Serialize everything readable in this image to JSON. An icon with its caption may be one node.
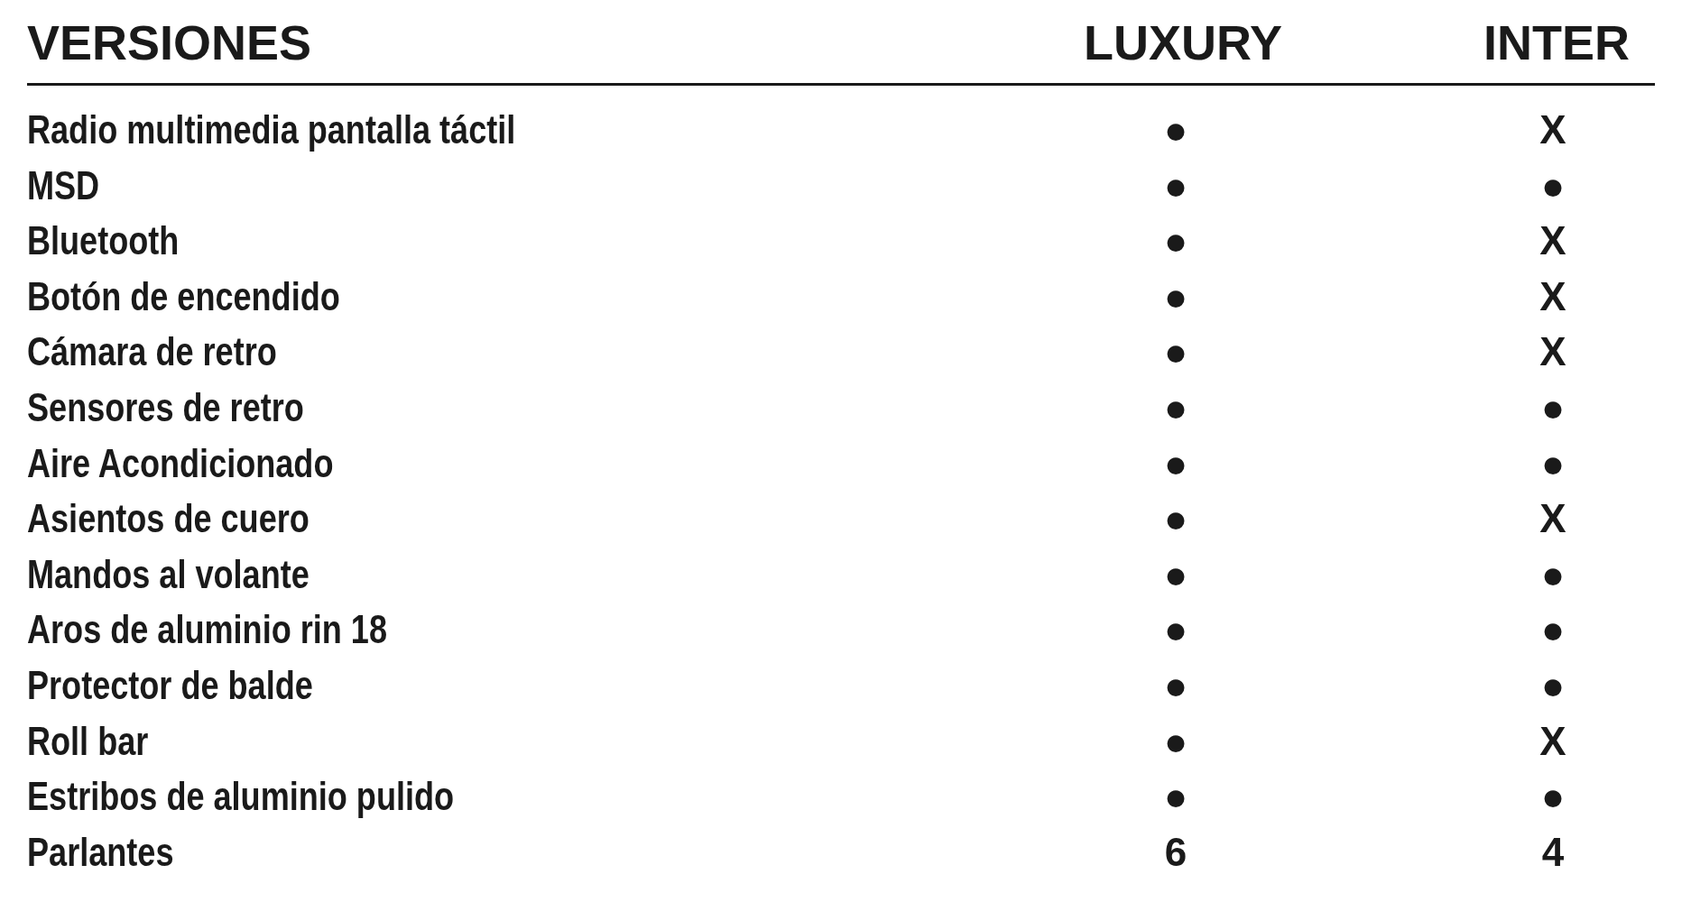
{
  "diagram": {
    "labels": [
      "VERSIONES",
      "LUXURY",
      "INTER",
      "Radio multimedia pantalla táctil",
      "●",
      "X",
      "MSD",
      "●",
      "●",
      "Bluetooth",
      "●",
      "X",
      "Botón de encendido",
      "●",
      "X",
      "Cámara de retro",
      "●",
      "X",
      "Sensores de retro",
      "●",
      "●",
      "Aire Acondicionado",
      "●",
      "●",
      "Asientos de cuero",
      "●",
      "X",
      "Mandos al volante",
      "●",
      "●",
      "Aros de aluminio rin 18",
      "●",
      "●",
      "Protector de balde",
      "●",
      "●",
      "Roll bar",
      "●",
      "X",
      "Estribos de aluminio pulido",
      "●",
      "●",
      "Parlantes",
      "6",
      "4"
    ]
  }
}
